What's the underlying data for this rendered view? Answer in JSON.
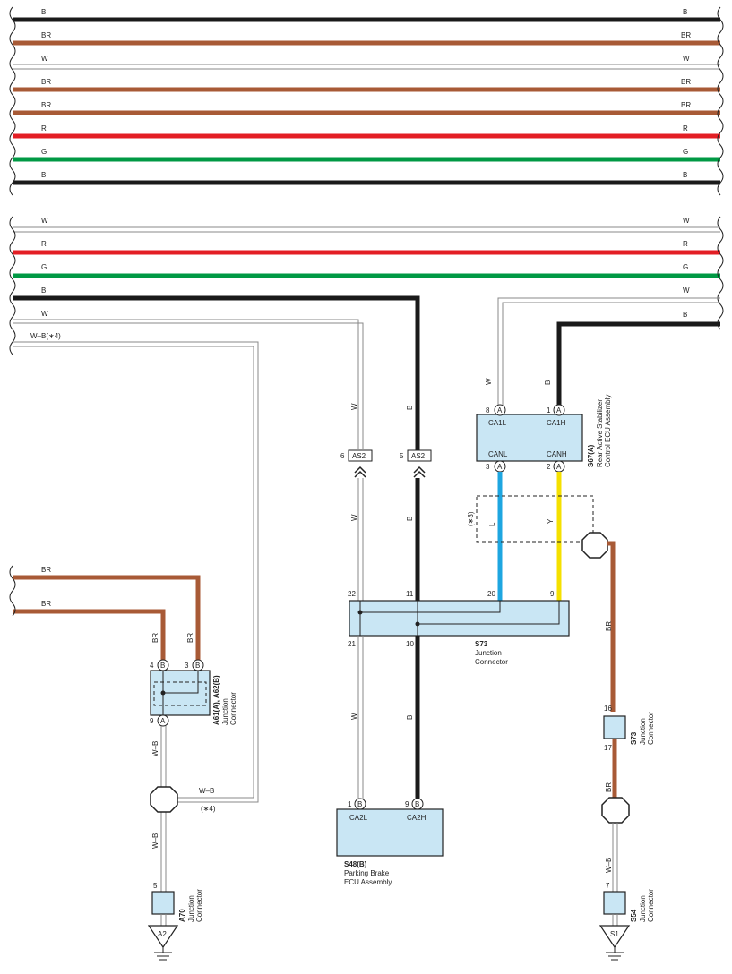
{
  "colors": {
    "B": "#1a1a1a",
    "BR": "#a85a36",
    "W": "#888888",
    "R": "#e31e24",
    "G": "#009944",
    "L": "#1ea6e0",
    "Y": "#f5e000",
    "connector_fill": "#c9e6f4"
  },
  "wire_labels": {
    "B": "B",
    "BR": "BR",
    "W": "W",
    "R": "R",
    "G": "G",
    "L": "L",
    "Y": "Y",
    "WB": "W–B",
    "WB4": "W–B(∗4)"
  },
  "top_bus": [
    "B",
    "BR",
    "W",
    "BR",
    "BR",
    "R",
    "G",
    "B"
  ],
  "mid_bus": [
    "W",
    "R",
    "G",
    "B",
    "W",
    "W–B(∗4)"
  ],
  "right_stubs": [
    "W",
    "B"
  ],
  "left_br": [
    "BR",
    "BR"
  ],
  "notes": {
    "n3": "(∗3)",
    "n4": "(∗4)"
  },
  "s67": {
    "code": "S67(A)",
    "name1": "Rear Active Stabilizer",
    "name2": "Control ECU Assembly",
    "pins": {
      "CA1L": "CA1L",
      "CA1H": "CA1H",
      "CANL": "CANL",
      "CANH": "CANH"
    },
    "pin_nums": {
      "p8": "8",
      "p1": "1",
      "p3": "3",
      "p2": "2"
    },
    "letter": "A"
  },
  "as2": {
    "label": "AS2",
    "p6": "6",
    "p5": "5"
  },
  "s73": {
    "code": "S73",
    "name1": "Junction",
    "name2": "Connector",
    "pins": {
      "p22": "22",
      "p11": "11",
      "p20": "20",
      "p9": "9",
      "p21": "21",
      "p10": "10"
    },
    "p16": "16",
    "p17": "17"
  },
  "a61": {
    "code": "A61(A), A62(B)",
    "name1": "Junction",
    "name2": "Connector",
    "p4": "4",
    "p3": "3",
    "p9": "9",
    "letterB": "B",
    "letterA": "A"
  },
  "s48": {
    "code": "S48(B)",
    "name1": "Parking Brake",
    "name2": "ECU Assembly",
    "p1": "1",
    "p9": "9",
    "letter": "B",
    "CA2L": "CA2L",
    "CA2H": "CA2H"
  },
  "a70": {
    "code": "A70",
    "name1": "Junction",
    "name2": "Connector",
    "pin": "5",
    "ground": "A2"
  },
  "s54": {
    "code": "S54",
    "name1": "Junction",
    "name2": "Connector",
    "pin": "7",
    "ground": "S1"
  }
}
